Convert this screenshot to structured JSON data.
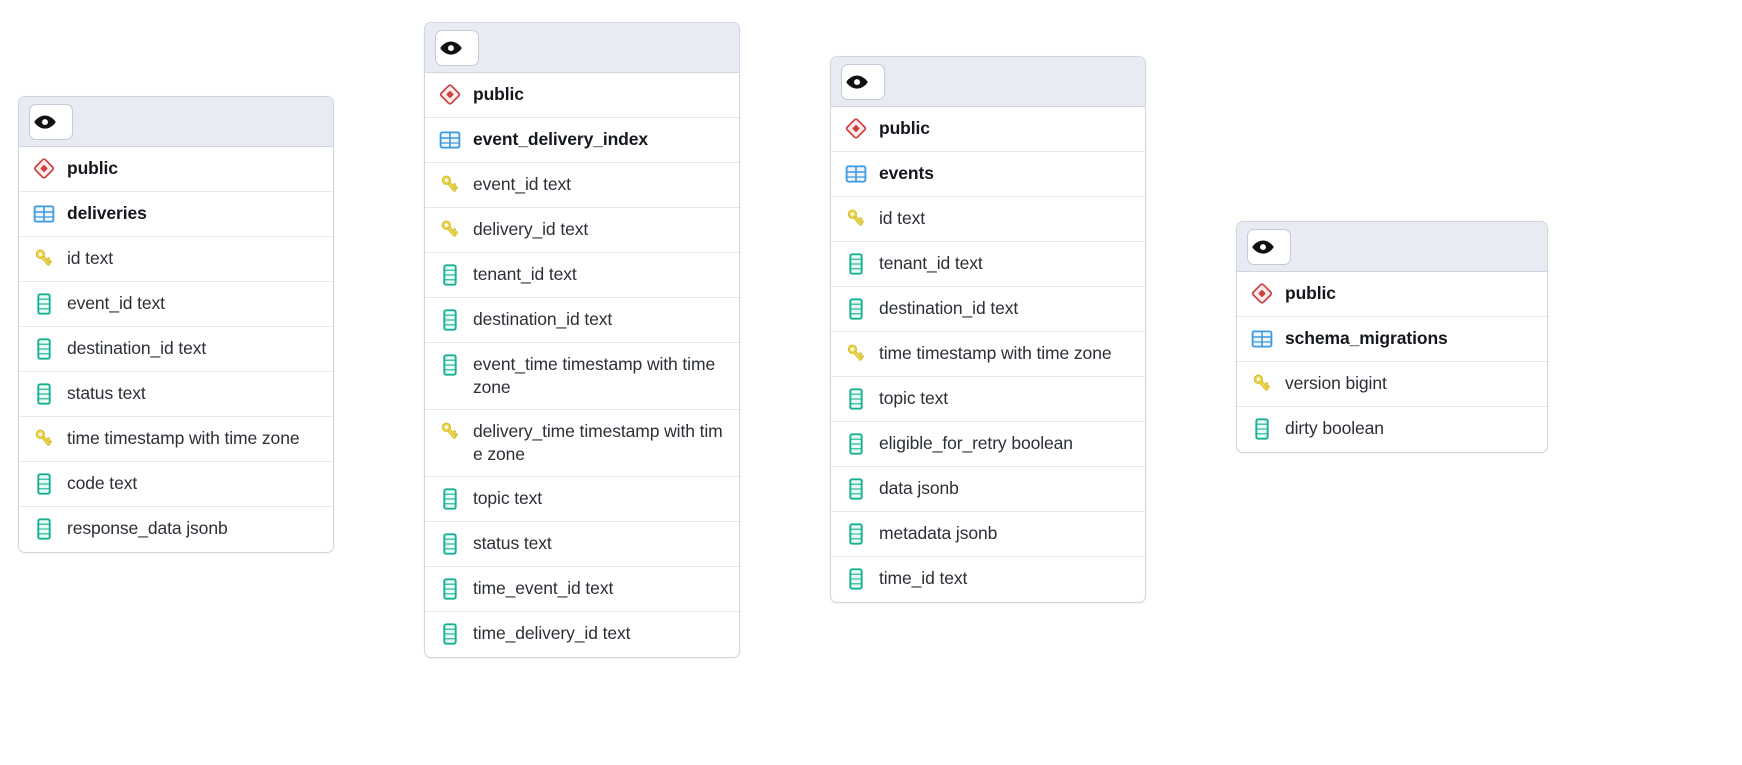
{
  "colors": {
    "card_border": "#cfd6e0",
    "header_bg": "#e8ecf2",
    "row_divider": "#e4e8ee",
    "schema_icon": "#cc4141",
    "table_icon": "#3b9ae1",
    "column_icon": "#15b193",
    "key_icon": "#e3c432",
    "text": "#2b2f36",
    "page_bg": "#ffffff"
  },
  "tables": [
    {
      "id": "deliveries",
      "header": {
        "visibility_button_icon": "eye-icon"
      },
      "schema": {
        "icon": "schema-icon",
        "label": "public"
      },
      "name": {
        "icon": "table-icon",
        "label": "deliveries"
      },
      "columns": [
        {
          "icon": "key-icon",
          "label": "id text"
        },
        {
          "icon": "column-icon",
          "label": "event_id text"
        },
        {
          "icon": "column-icon",
          "label": "destination_id text"
        },
        {
          "icon": "column-icon",
          "label": "status text"
        },
        {
          "icon": "key-icon",
          "label": "time timestamp with time zone"
        },
        {
          "icon": "column-icon",
          "label": "code text"
        },
        {
          "icon": "column-icon",
          "label": "response_data jsonb"
        }
      ]
    },
    {
      "id": "event_delivery_index",
      "header": {
        "visibility_button_icon": "eye-icon"
      },
      "schema": {
        "icon": "schema-icon",
        "label": "public"
      },
      "name": {
        "icon": "table-icon",
        "label": "event_delivery_index"
      },
      "columns": [
        {
          "icon": "key-icon",
          "label": "event_id text"
        },
        {
          "icon": "key-icon",
          "label": "delivery_id text"
        },
        {
          "icon": "column-icon",
          "label": "tenant_id text"
        },
        {
          "icon": "column-icon",
          "label": "destination_id text"
        },
        {
          "icon": "column-icon",
          "label": "event_time timestamp with time zone"
        },
        {
          "icon": "key-icon",
          "label": "delivery_time timestamp with time zone"
        },
        {
          "icon": "column-icon",
          "label": "topic text"
        },
        {
          "icon": "column-icon",
          "label": "status text"
        },
        {
          "icon": "column-icon",
          "label": "time_event_id text"
        },
        {
          "icon": "column-icon",
          "label": "time_delivery_id text"
        }
      ]
    },
    {
      "id": "events",
      "header": {
        "visibility_button_icon": "eye-icon"
      },
      "schema": {
        "icon": "schema-icon",
        "label": "public"
      },
      "name": {
        "icon": "table-icon",
        "label": "events"
      },
      "columns": [
        {
          "icon": "key-icon",
          "label": "id text"
        },
        {
          "icon": "column-icon",
          "label": "tenant_id text"
        },
        {
          "icon": "column-icon",
          "label": "destination_id text"
        },
        {
          "icon": "key-icon",
          "label": "time timestamp with time zone"
        },
        {
          "icon": "column-icon",
          "label": "topic text"
        },
        {
          "icon": "column-icon",
          "label": "eligible_for_retry boolean"
        },
        {
          "icon": "column-icon",
          "label": "data jsonb"
        },
        {
          "icon": "column-icon",
          "label": "metadata jsonb"
        },
        {
          "icon": "column-icon",
          "label": "time_id text"
        }
      ]
    },
    {
      "id": "schema_migrations",
      "header": {
        "visibility_button_icon": "eye-icon"
      },
      "schema": {
        "icon": "schema-icon",
        "label": "public"
      },
      "name": {
        "icon": "table-icon",
        "label": "schema_migrations"
      },
      "columns": [
        {
          "icon": "key-icon",
          "label": "version bigint"
        },
        {
          "icon": "column-icon",
          "label": "dirty boolean"
        }
      ]
    }
  ]
}
